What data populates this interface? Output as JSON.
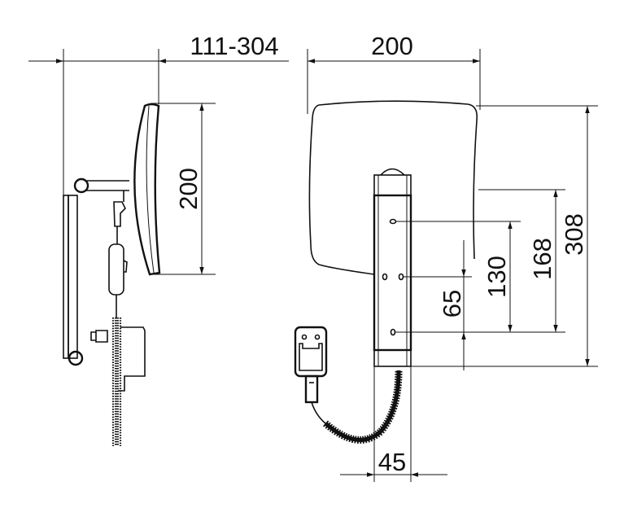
{
  "drawing": {
    "side_view": {
      "depth_label": "111-304",
      "mirror_height_label": "200"
    },
    "front_view": {
      "width_label": "200",
      "total_height_label": "308",
      "hole_168_label": "168",
      "hole_130_label": "130",
      "hole_65_label": "65",
      "bar_width_label": "45"
    },
    "colors": {
      "line": "#111111",
      "background": "#ffffff"
    }
  }
}
